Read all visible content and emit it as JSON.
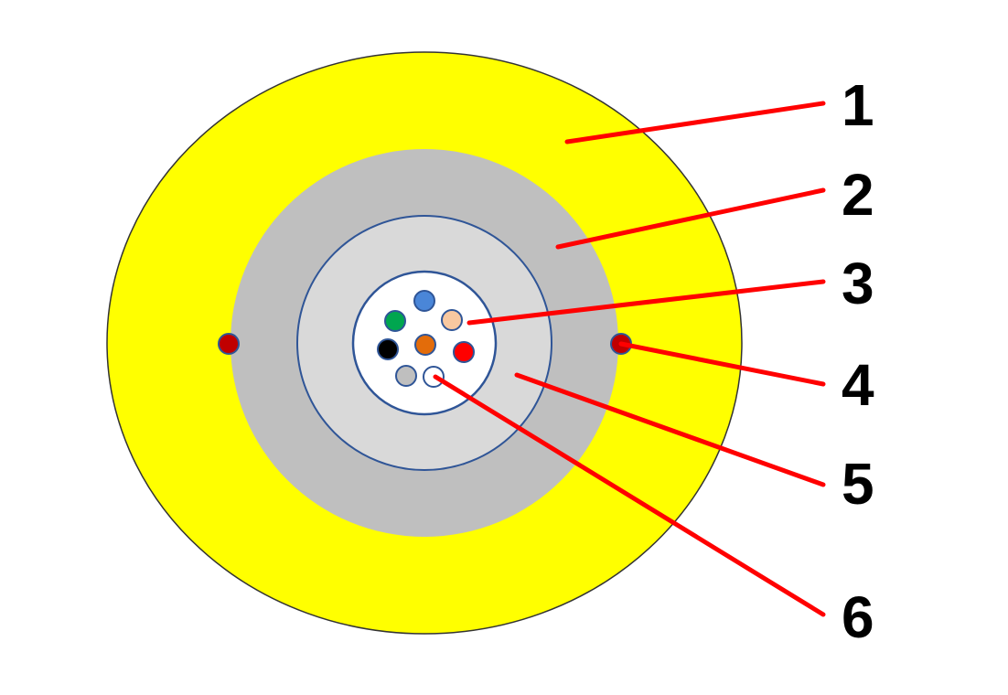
{
  "diagram": {
    "colors": {
      "outer_sheath": "#ffff00",
      "armor_layer": "#bfbfbf",
      "inner_tube": "#d9d9d9",
      "fiber_core": "#ffffff",
      "outline": "#2f5597",
      "leader": "#ff0000",
      "strength_member": "#c00000"
    },
    "fibers": [
      {
        "color": "#4a86d8"
      },
      {
        "color": "#00a64f"
      },
      {
        "color": "#f8c8a0"
      },
      {
        "color": "#000000"
      },
      {
        "color": "#e36c0a"
      },
      {
        "color": "#ff0000"
      },
      {
        "color": "#bfbfbf"
      },
      {
        "color": "#ffffff"
      }
    ],
    "callouts": [
      {
        "label": "1"
      },
      {
        "label": "2"
      },
      {
        "label": "3"
      },
      {
        "label": "4"
      },
      {
        "label": "5"
      },
      {
        "label": "6"
      }
    ]
  }
}
